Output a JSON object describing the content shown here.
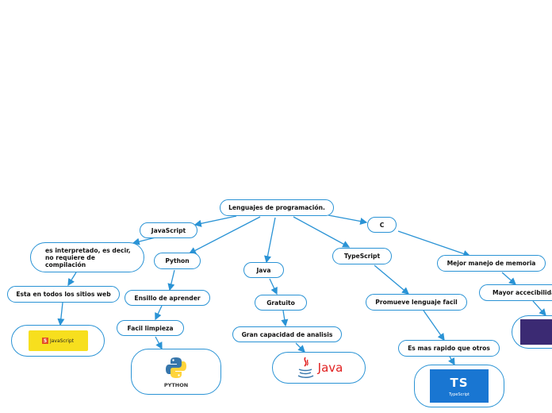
{
  "nodes": {
    "root": "Lenguajes de programación.",
    "javascript": "JavaScript",
    "python": "Python",
    "java": "Java",
    "typescript": "TypeScript",
    "c": "C",
    "js_desc": "es interpretado, es decir, no requiere de compilación",
    "js_web": "Esta en todos los sitios web",
    "py_easy": "Ensillo de aprender",
    "py_clean": "Facil limpieza",
    "java_free": "Gratuito",
    "java_analysis": "Gran capacidad de analisis",
    "ts_promote": "Promueve lenguaje facil",
    "ts_fast": "Es mas rapido que otros",
    "c_memory": "Mejor manejo de memoria",
    "c_access": "Mayor accecibilidad"
  },
  "logos": {
    "javascript": "JavaScript",
    "javascript_badge": "5",
    "python": "PYTHON",
    "java": "Java",
    "typescript_big": "TS",
    "typescript_small": "TypeScript"
  },
  "colors": {
    "connector": "#2a93d5",
    "node_border": "#2a93d5",
    "js_yellow": "#f7df1e",
    "ts_blue": "#1976d2",
    "java_red": "#e11f1f",
    "py_blue": "#3776ab",
    "py_yellow": "#ffd43b"
  }
}
